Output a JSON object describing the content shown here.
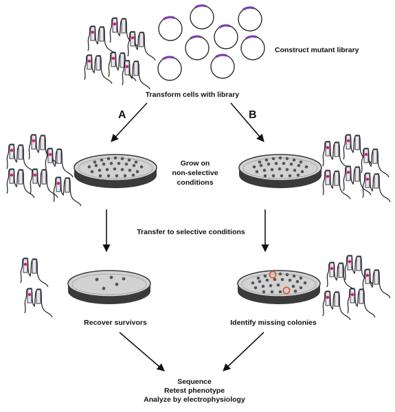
{
  "labels": {
    "construct": "Construct mutant library",
    "transform": "Transform cells with library",
    "path_a": "A",
    "path_b": "B",
    "grow": [
      "Grow on",
      "non-selective",
      "conditions"
    ],
    "transfer": "Transfer to selective conditions",
    "recover": "Recover survivors",
    "identify": "Identify missing colonies",
    "final": [
      "Sequence",
      "Retest phenotype",
      "Analyze by electrophysiology"
    ]
  },
  "colors": {
    "plasmid_stroke": "#2a2a2a",
    "plasmid_insert": "#7d3fae",
    "channel_stroke": "#2a2a2a",
    "channel_fill": "#e9e4f2",
    "mutation_dot": "#e2147a",
    "colony": "#555555",
    "dish_wall": "#3a3a3a",
    "dish_floor": "#d2d2d2",
    "missing_ring": "#e0582a",
    "arrow": "#111111"
  },
  "icons": {
    "plasmid": "plasmid-ring-icon",
    "channel": "ion-channel-icon",
    "dish": "petri-dish-icon"
  }
}
